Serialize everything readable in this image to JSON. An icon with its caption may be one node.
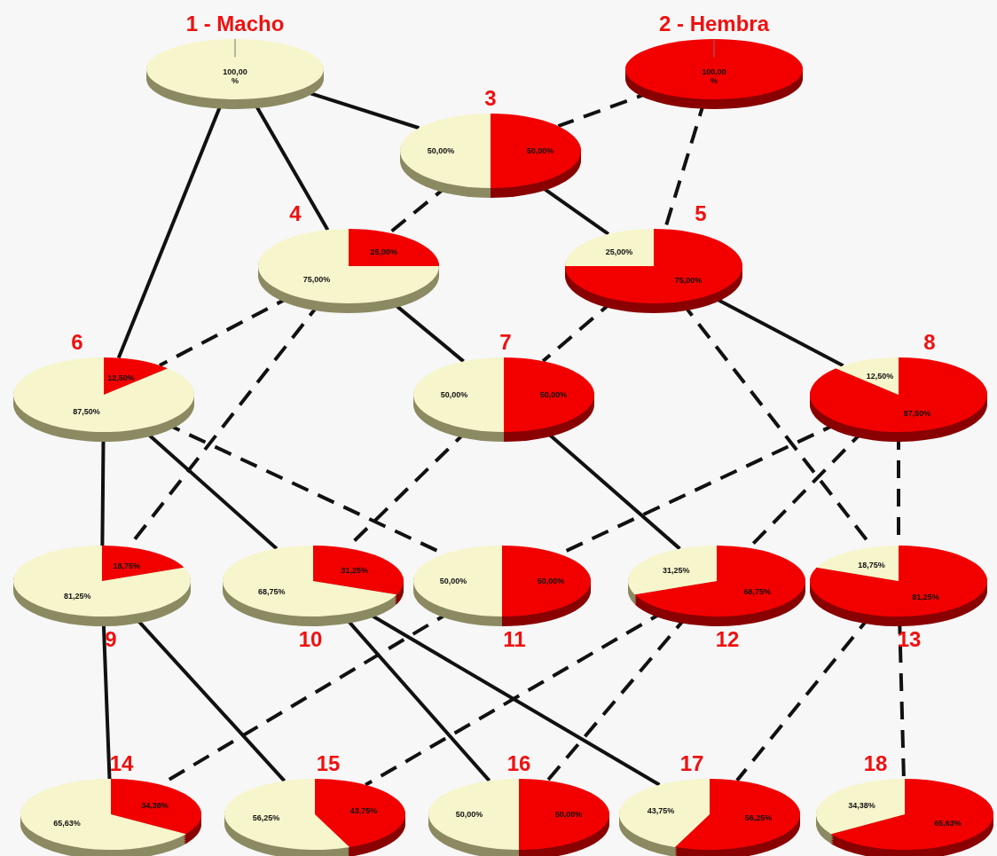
{
  "diagram": {
    "nodes": [
      {
        "text": [
          "1 - Macho",
          "100,00 %"
        ]
      },
      {
        "text": [
          "2 - Hembra",
          "100,00 %"
        ]
      },
      {
        "text": [
          "3",
          "50,00%",
          "50,00%"
        ]
      },
      {
        "text": [
          "4",
          "75,00%",
          "25,00%"
        ]
      },
      {
        "text": [
          "5",
          "25,00%",
          "75,00%"
        ]
      },
      {
        "text": [
          "6",
          "87,50%",
          "12,50%"
        ]
      },
      {
        "text": [
          "7",
          "50,00%",
          "50,00%"
        ]
      },
      {
        "text": [
          "8",
          "12,50%",
          "87,50%"
        ]
      },
      {
        "text": [
          "9",
          "81,25%",
          "18,75%"
        ]
      },
      {
        "text": [
          "10",
          "68,75%",
          "31,25%"
        ]
      },
      {
        "text": [
          "11",
          "50,00%",
          "50,00%"
        ]
      },
      {
        "text": [
          "12",
          "31,25%",
          "68,75%"
        ]
      },
      {
        "text": [
          "13",
          "18,75%",
          "81,25%"
        ]
      },
      {
        "text": [
          "14",
          "65,63%",
          "34,38%"
        ]
      },
      {
        "text": [
          "15",
          "56,25%",
          "43,75%"
        ]
      },
      {
        "text": [
          "16",
          "50,00%",
          "50,00%"
        ]
      },
      {
        "text": [
          "17",
          "43,75%",
          "56,25%"
        ]
      },
      {
        "text": [
          "18",
          "34,38%",
          "65,63%"
        ]
      }
    ],
    "edges": [
      {
        "from": 0,
        "to": 2,
        "arrow": "none"
      },
      {
        "from": 1,
        "to": 2,
        "arrow": "none",
        "style": "dashed"
      },
      {
        "from": 0,
        "to": 3,
        "arrow": "none"
      },
      {
        "from": 0,
        "to": 5,
        "arrow": "none"
      },
      {
        "from": 1,
        "to": 4,
        "arrow": "none",
        "style": "dashed"
      },
      {
        "from": 2,
        "to": 3,
        "arrow": "none",
        "style": "dashed"
      },
      {
        "from": 2,
        "to": 4,
        "arrow": "none"
      },
      {
        "from": 3,
        "to": 5,
        "arrow": "none",
        "style": "dashed"
      },
      {
        "from": 3,
        "to": 6,
        "arrow": "none"
      },
      {
        "from": 3,
        "to": 8,
        "arrow": "none",
        "style": "dashed"
      },
      {
        "from": 4,
        "to": 6,
        "arrow": "none",
        "style": "dashed"
      },
      {
        "from": 4,
        "to": 7,
        "arrow": "none"
      },
      {
        "from": 4,
        "to": 12,
        "arrow": "none",
        "style": "dashed"
      },
      {
        "from": 5,
        "to": 8,
        "arrow": "none"
      },
      {
        "from": 5,
        "to": 9,
        "arrow": "none"
      },
      {
        "from": 5,
        "to": 10,
        "arrow": "none",
        "style": "dashed"
      },
      {
        "from": 6,
        "to": 9,
        "arrow": "none",
        "style": "dashed"
      },
      {
        "from": 6,
        "to": 11,
        "arrow": "none"
      },
      {
        "from": 7,
        "to": 10,
        "arrow": "none",
        "style": "dashed"
      },
      {
        "from": 7,
        "to": 11,
        "arrow": "none",
        "style": "dashed"
      },
      {
        "from": 7,
        "to": 12,
        "arrow": "none",
        "style": "dashed"
      },
      {
        "from": 8,
        "to": 13,
        "arrow": "none"
      },
      {
        "from": 10,
        "to": 13,
        "arrow": "none",
        "style": "dashed"
      },
      {
        "from": 8,
        "to": 14,
        "arrow": "none"
      },
      {
        "from": 11,
        "to": 14,
        "arrow": "none",
        "style": "dashed"
      },
      {
        "from": 9,
        "to": 15,
        "arrow": "none"
      },
      {
        "from": 11,
        "to": 15,
        "arrow": "none",
        "style": "dashed"
      },
      {
        "from": 9,
        "to": 16,
        "arrow": "none"
      },
      {
        "from": 12,
        "to": 16,
        "arrow": "none",
        "style": "dashed"
      },
      {
        "from": 12,
        "to": 17,
        "arrow": "none",
        "style": "dashed"
      }
    ]
  }
}
